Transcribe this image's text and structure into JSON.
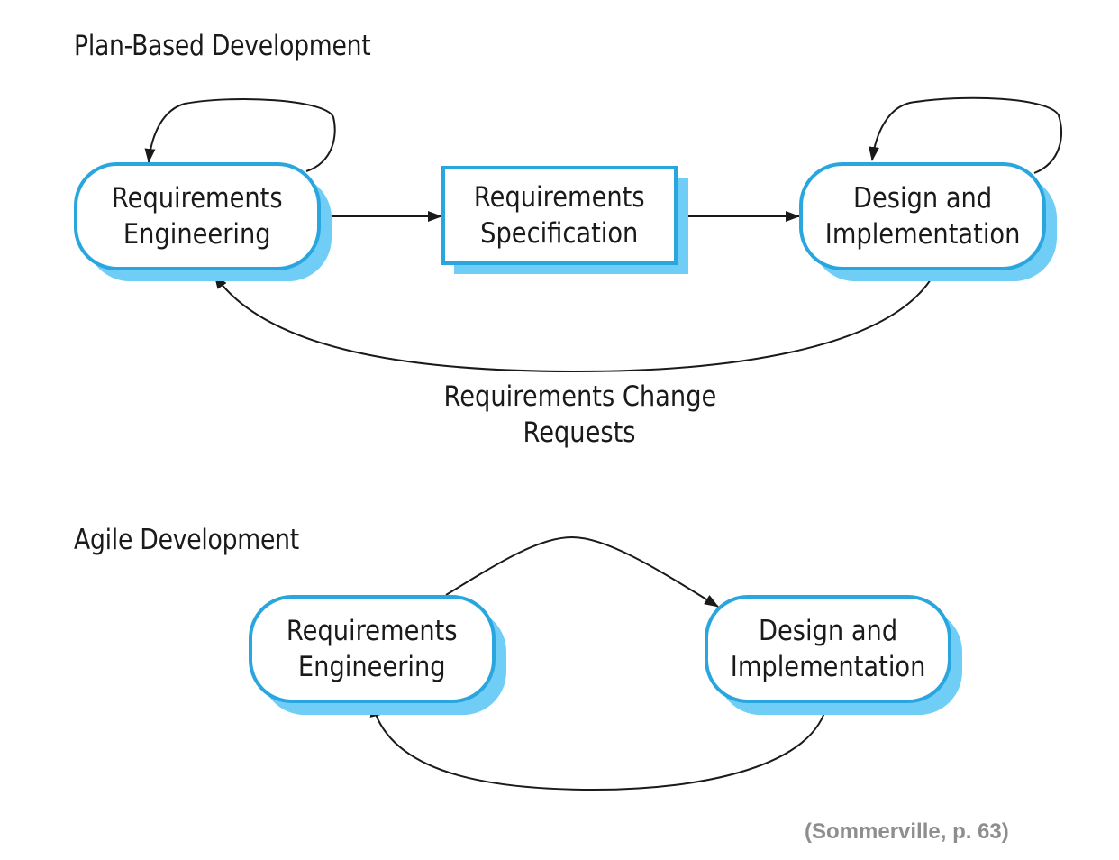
{
  "plan": {
    "title": "Plan-Based Development",
    "req_eng": {
      "line1": "Requirements",
      "line2": "Engineering"
    },
    "req_spec": {
      "line1": "Requirements",
      "line2": "Specification"
    },
    "design": {
      "line1": "Design and",
      "line2": "Implementation"
    },
    "change_label": {
      "line1": "Requirements Change",
      "line2": "Requests"
    }
  },
  "agile": {
    "title": "Agile Development",
    "req_eng": {
      "line1": "Requirements",
      "line2": "Engineering"
    },
    "design": {
      "line1": "Design and",
      "line2": "Implementation"
    }
  },
  "citation": "(Sommerville, p. 63)",
  "colors": {
    "box_border": "#2aa6df",
    "box_shadow": "#6fcdf6",
    "arrow": "#1a1a1a",
    "citation": "#8e8e8e"
  }
}
